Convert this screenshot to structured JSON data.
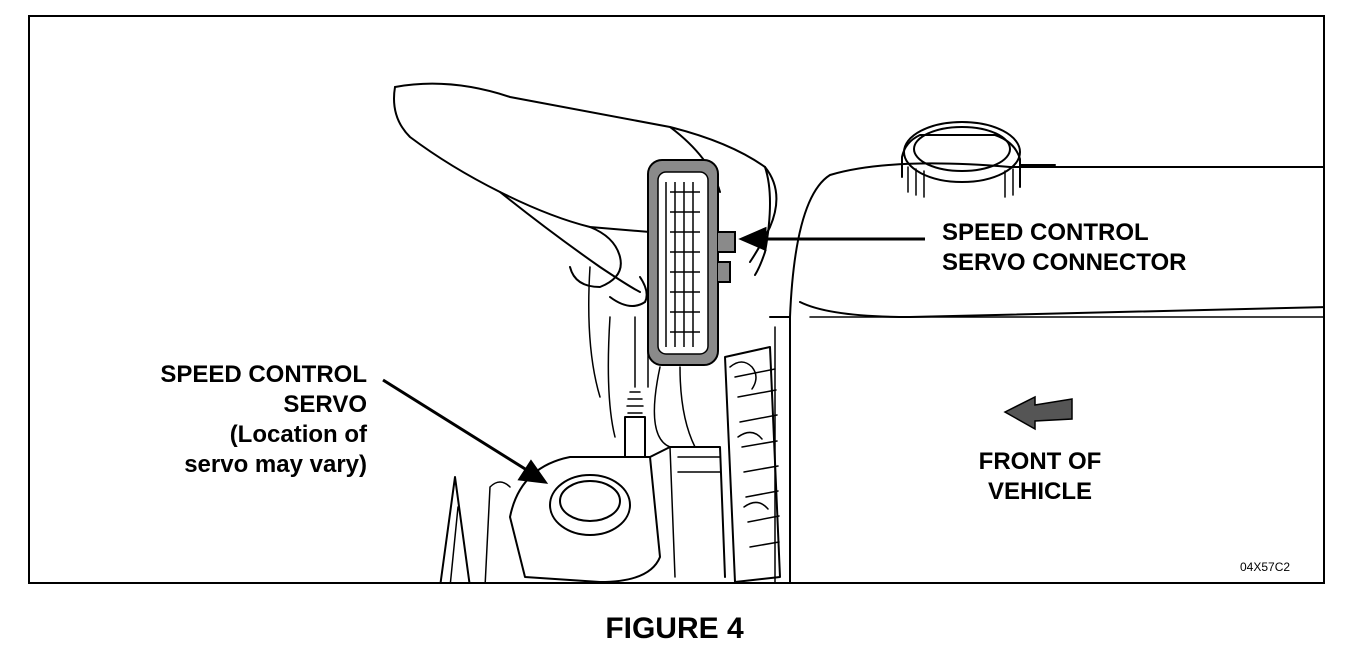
{
  "figure": {
    "caption": "FIGURE 4",
    "code": "04X57C2"
  },
  "labels": {
    "connector": [
      "SPEED CONTROL",
      "SERVO CONNECTOR"
    ],
    "servo": [
      "SPEED CONTROL",
      "SERVO",
      "(Location of",
      "servo may vary)"
    ],
    "front": [
      "FRONT OF",
      "VEHICLE"
    ]
  },
  "colors": {
    "line": "#000000",
    "fill": "#ffffff",
    "connector_body": "#8a8a8a",
    "arrow_fill": "#555555"
  },
  "icons": {
    "direction": "arrow-left-icon"
  }
}
